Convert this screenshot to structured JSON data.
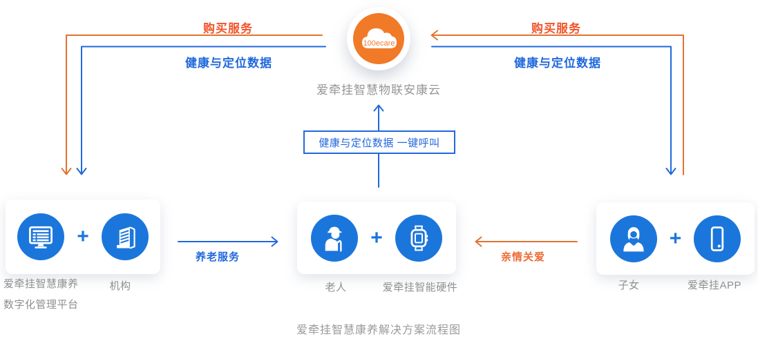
{
  "title_caption": "爱牵挂智慧康养解决方案流程图",
  "colors": {
    "blue_line": "#2068DC",
    "blue_circle": "#1B76DC",
    "orange_line": "#E0722F",
    "orange_text": "#F1552B",
    "cloud_orange": "#F07A28",
    "gray_text": "#969696"
  },
  "cloud": {
    "badge": "100ecare",
    "label": "爱牵挂智慧物联安康云"
  },
  "edges": {
    "left_purchase": "购买服务",
    "left_data": "健康与定位数据",
    "right_purchase": "购买服务",
    "right_data": "健康与定位数据",
    "center_box": "健康与定位数据 一键呼叫",
    "care_service": "养老服务",
    "family_care": "亲情关爱",
    "plus": "+"
  },
  "nodes": {
    "platform": {
      "icon": "monitor-icon",
      "label": "爱牵挂智慧康养\n数字化管理平台"
    },
    "org": {
      "icon": "building-icon",
      "label": "机构"
    },
    "elder": {
      "icon": "elder-icon",
      "label": "老人"
    },
    "hardware": {
      "icon": "watch-icon",
      "label": "爱牵挂智能硬件"
    },
    "children": {
      "icon": "woman-icon",
      "label": "子女"
    },
    "app": {
      "icon": "smartphone-icon",
      "label": "爱牵挂APP"
    }
  }
}
